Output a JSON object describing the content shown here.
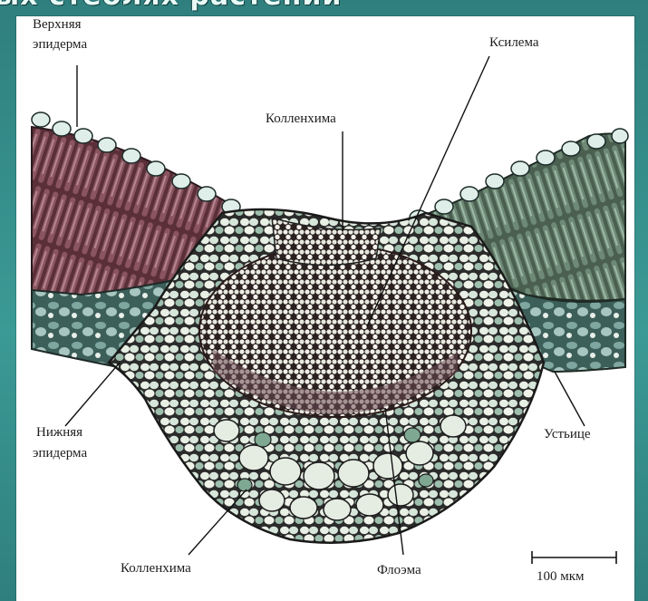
{
  "header": {
    "partial_title": "ых стеблях растений"
  },
  "labels": {
    "upper_epidermis": "Верхняя\nэпидерма",
    "xylem": "Ксилема",
    "collenchyma_top": "Колленхима",
    "lower_epidermis": "Нижняя\nэпидерма",
    "stoma": "Устьице",
    "collenchyma_bottom": "Колленхима",
    "phloem": "Флоэма",
    "scale_bar": "100 мкм"
  },
  "colors": {
    "background": "#3f8e8a",
    "panel": "#ffffff",
    "tissue_purple": "#6b3d4a",
    "tissue_green": "#5a8c72",
    "cell_fill": "#e9efe3",
    "cell_stroke": "#2a2a2a"
  }
}
